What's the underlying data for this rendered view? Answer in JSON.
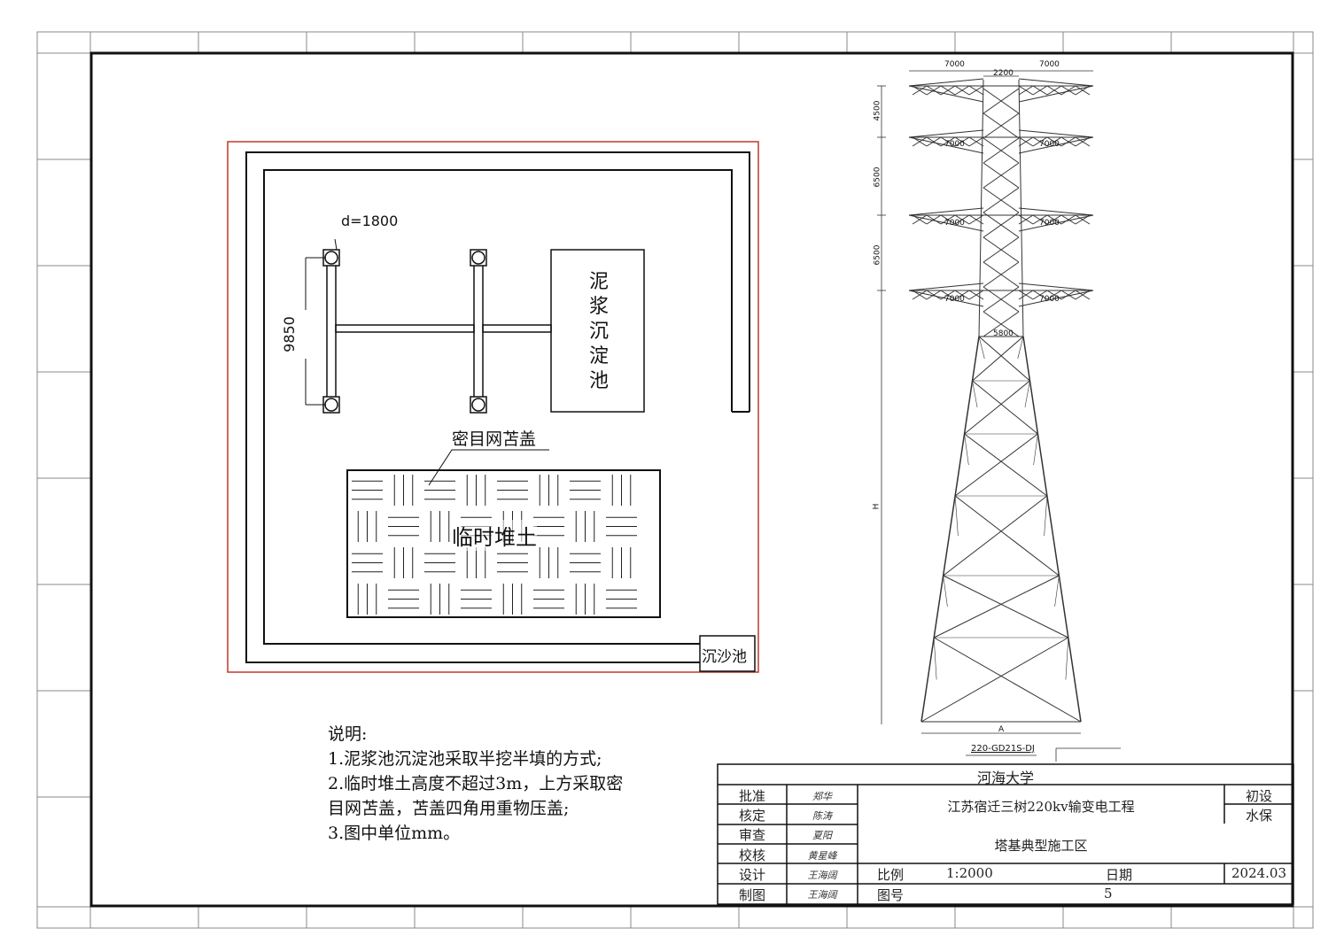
{
  "site_plan": {
    "mud_pit_label": "泥浆沉淀池",
    "sand_pit_label": "沉沙池",
    "cover_label": "密目网苫盖",
    "soil_label": "临时堆土",
    "dim_diameter": "d=1800",
    "dim_length": "9850"
  },
  "tower": {
    "arm_widths": [
      "7000",
      "2200",
      "7000",
      "7000",
      "7000",
      "7000",
      "7000",
      "7000",
      "7000"
    ],
    "waist_width": "5800",
    "segment_heights": [
      "4500",
      "6500",
      "6500"
    ],
    "height_label": "H",
    "base_label": "A",
    "model": "220-GD21S-DJ"
  },
  "notes": {
    "title": "说明:",
    "line1": "1.泥浆池沉淀池采取半挖半填的方式;",
    "line2a": "2.临时堆土高度不超过3m，上方采取密",
    "line2b": "目网苫盖，苫盖四角用重物压盖;",
    "line3": "3.图中单位mm。"
  },
  "title_block": {
    "institution": "河海大学",
    "project": "江苏宿迁三树220kv输变电工程",
    "drawing_title": "塔基典型施工区",
    "stage": "初设",
    "discipline": "水保",
    "roles": [
      "批准",
      "核定",
      "审查",
      "校核",
      "设计",
      "制图"
    ],
    "signatures": [
      "郑华",
      "陈涛",
      "夏阳",
      "黄星峰",
      "王海阔",
      "王海阔"
    ],
    "scale_label": "比例",
    "scale_value": "1:2000",
    "date_label": "日期",
    "date_value": "2024.03",
    "sheet_label": "图号",
    "sheet_value": "5"
  }
}
